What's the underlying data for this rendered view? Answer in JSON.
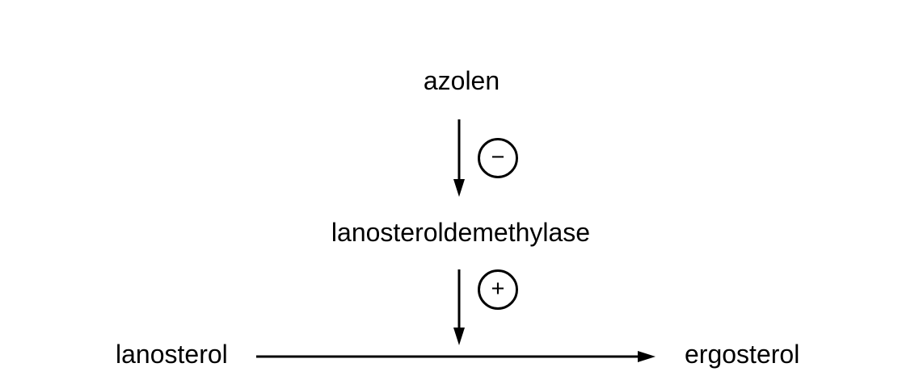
{
  "colors": {
    "background": "#ffffff",
    "foreground": "#000000"
  },
  "diagram": {
    "nodes": {
      "inhibitor": "azolen",
      "enzyme": "lanosteroldemethylase",
      "substrate": "lanosterol",
      "product": "ergosterol"
    },
    "signs": {
      "minus": "−",
      "plus": "+"
    }
  }
}
